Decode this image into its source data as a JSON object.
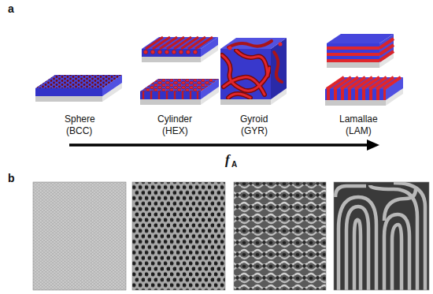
{
  "diagram": {
    "labels": [
      "a",
      "Sphere",
      "(BCC)",
      "Cylinder",
      "(HEX)",
      "Gyroid",
      "(GYR)",
      "Lamallae",
      "(LAM)",
      "f",
      "A",
      "b"
    ]
  }
}
